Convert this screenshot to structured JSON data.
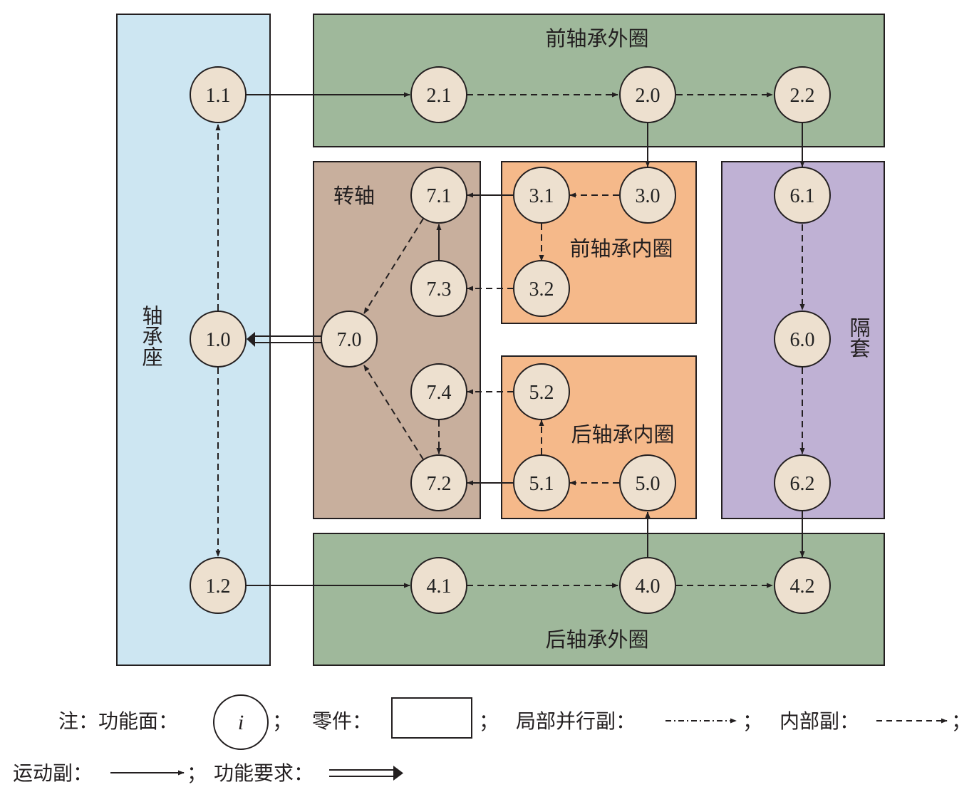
{
  "colors": {
    "bearing_seat": "#cde6f2",
    "outer_ring": "#9fb89b",
    "shaft": "#c8af9d",
    "inner_ring": "#f5b98a",
    "spacer": "#bfb1d4",
    "node_fill": "#ede0cf",
    "stroke": "#231f20"
  },
  "parts": {
    "bearing_seat": "轴承座",
    "front_outer_ring": "前轴承外圈",
    "rear_outer_ring": "后轴承外圈",
    "shaft": "转轴",
    "front_inner_ring": "前轴承内圈",
    "rear_inner_ring": "后轴承内圈",
    "spacer": "隔套"
  },
  "nodes": {
    "n1_1": "1.1",
    "n1_0": "1.0",
    "n1_2": "1.2",
    "n2_1": "2.1",
    "n2_0": "2.0",
    "n2_2": "2.2",
    "n3_1": "3.1",
    "n3_0": "3.0",
    "n3_2": "3.2",
    "n4_1": "4.1",
    "n4_0": "4.0",
    "n4_2": "4.2",
    "n5_2": "5.2",
    "n5_1": "5.1",
    "n5_0": "5.0",
    "n6_1": "6.1",
    "n6_0": "6.0",
    "n6_2": "6.2",
    "n7_1": "7.1",
    "n7_3": "7.3",
    "n7_0": "7.0",
    "n7_4": "7.4",
    "n7_2": "7.2"
  },
  "legend": {
    "note_label": "注：功能面：",
    "surface_symbol": "i",
    "sep1": "；",
    "part_label": "零件：",
    "sep2": "；",
    "local_parallel_label": "局部并行副：",
    "sep3": "；",
    "internal_label": "内部副：",
    "sep4": "；",
    "motion_label": "运动副：",
    "sep5": "；",
    "function_req_label": "功能要求："
  }
}
